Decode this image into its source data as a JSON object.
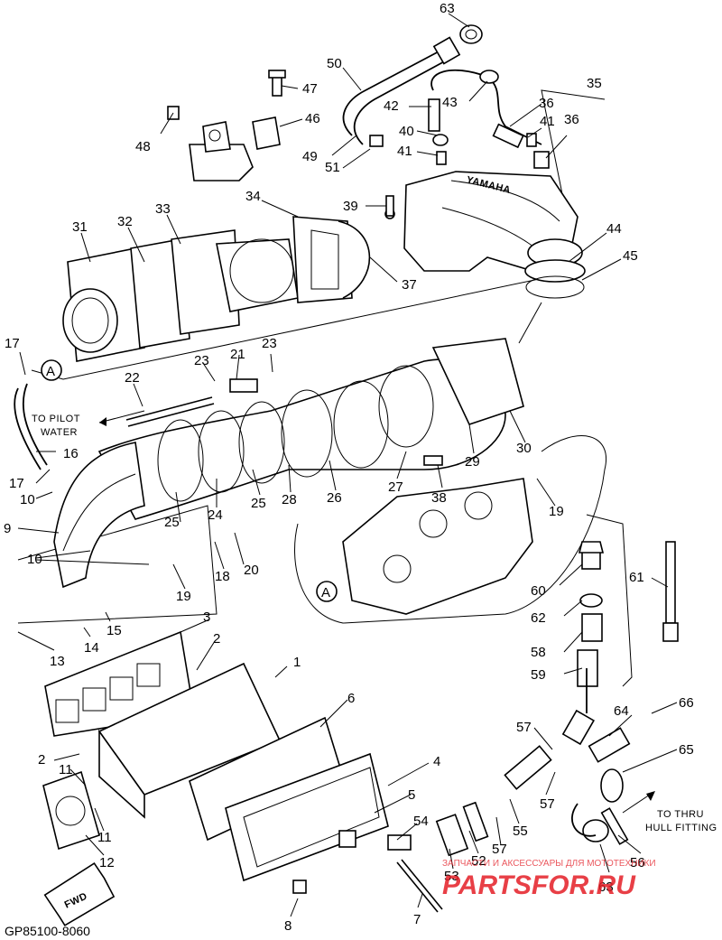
{
  "diagram": {
    "code": "GP85100-8060",
    "notes": {
      "to_pilot_line1": "TO PILOT",
      "to_pilot_line2": "WATER",
      "to_thru_line1": "TO THRU",
      "to_thru_line2": "HULL FITTING",
      "fwd": "FWD",
      "yamaha": "YAMAHA",
      "ref_a": "A"
    },
    "watermark": {
      "line1": "ЗАПЧАСТИ И АКСЕССУАРЫ ДЛЯ МОТОТЕХНИКИ",
      "brand": "PARTSFOR.RU",
      "color": "#e41e26"
    },
    "callouts": [
      "1",
      "2",
      "3",
      "4",
      "5",
      "6",
      "7",
      "8",
      "9",
      "10",
      "11",
      "12",
      "13",
      "14",
      "15",
      "16",
      "17",
      "18",
      "19",
      "20",
      "21",
      "22",
      "23",
      "24",
      "25",
      "26",
      "27",
      "28",
      "29",
      "30",
      "31",
      "32",
      "33",
      "34",
      "35",
      "36",
      "37",
      "38",
      "39",
      "40",
      "41",
      "42",
      "43",
      "44",
      "45",
      "46",
      "47",
      "48",
      "49",
      "50",
      "51",
      "52",
      "53",
      "54",
      "55",
      "56",
      "57",
      "58",
      "59",
      "60",
      "61",
      "62",
      "63",
      "64",
      "65",
      "66"
    ]
  }
}
